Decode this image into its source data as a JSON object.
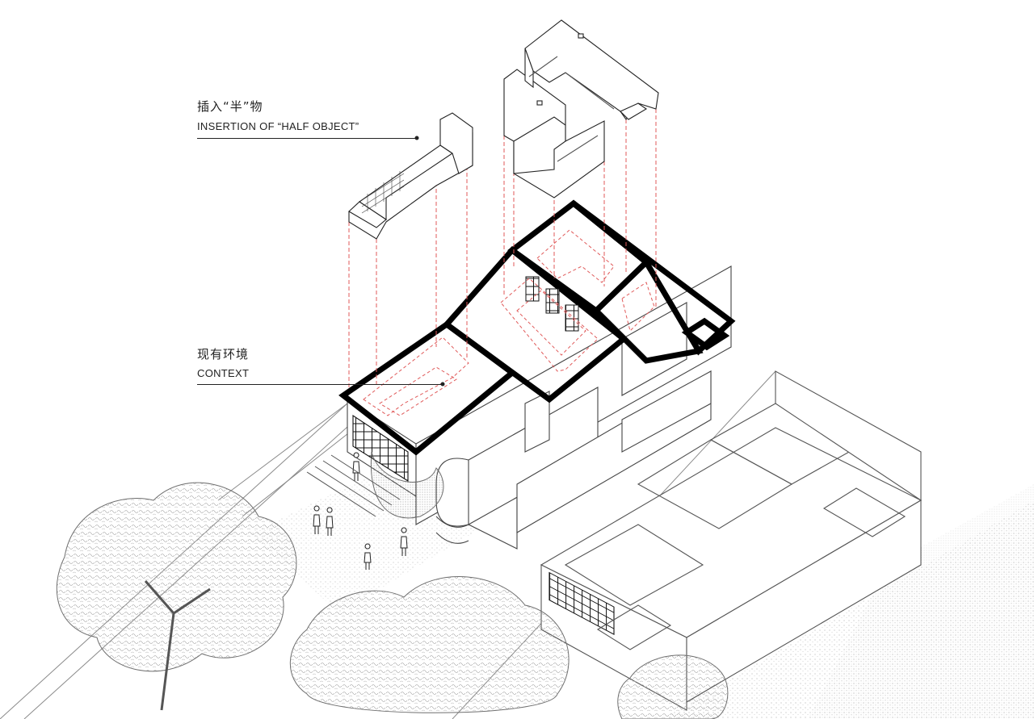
{
  "labels": {
    "insertion": {
      "cn": "插入“半”物",
      "en": "INSERTION OF “HALF OBJECT”"
    },
    "context": {
      "cn": "现有环境",
      "en": "CONTEXT"
    }
  },
  "colors": {
    "line": "#111111",
    "thin_line": "#777777",
    "red_dashed": "#e05a5a",
    "ground_stipple": "#bdbdbd"
  }
}
